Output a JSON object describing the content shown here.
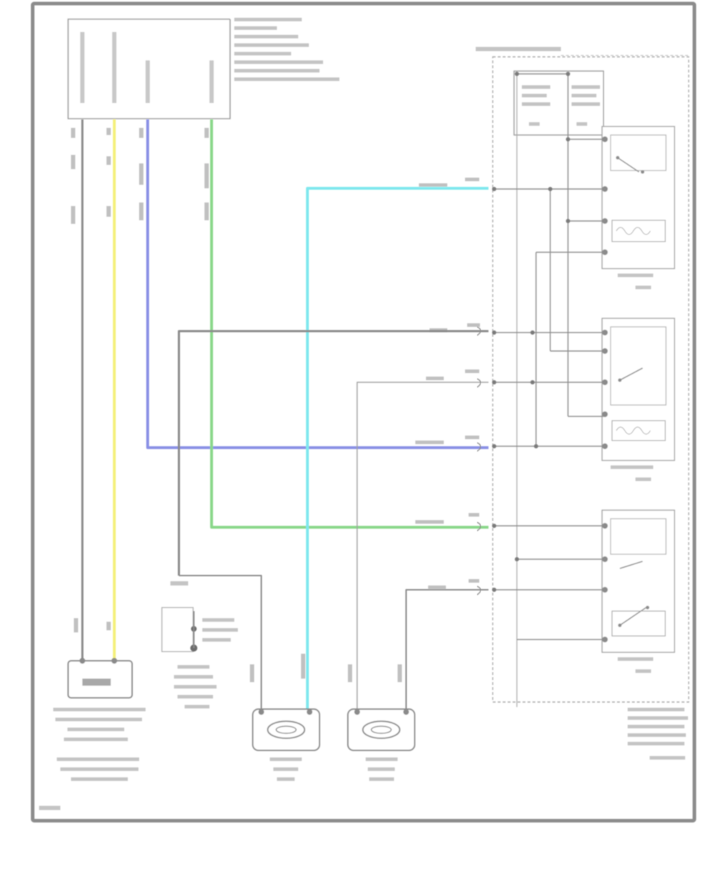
{
  "diagram": {
    "page_code": "",
    "colors": {
      "frame": "#909090",
      "wire_gray": "#8a8a8a",
      "wire_yellow": "#f4f07a",
      "wire_blue": "#8a90e6",
      "wire_green": "#8ad88a",
      "wire_cyan": "#7fe8ee",
      "text": "#9a9a9a"
    },
    "top_module": {
      "name": "",
      "side_note": "",
      "pins": [
        {
          "id": "pin-1",
          "label": "",
          "wire_color": "gray"
        },
        {
          "id": "pin-2",
          "label": "",
          "wire_color": "yellow"
        },
        {
          "id": "pin-3",
          "label": "",
          "wire_color": "blue"
        },
        {
          "id": "pin-4",
          "label": "",
          "wire_color": "green"
        }
      ]
    },
    "junction_box": {
      "name": "",
      "fuses": [
        "",
        ""
      ],
      "relays": [
        {
          "id": "relay-1",
          "name": ""
        },
        {
          "id": "relay-2",
          "name": ""
        },
        {
          "id": "relay-3",
          "name": ""
        }
      ],
      "footer": ""
    },
    "bottom_components": [
      {
        "id": "sensor-left",
        "name": ""
      },
      {
        "id": "junction-splice",
        "name": ""
      },
      {
        "id": "horn-left",
        "name": ""
      },
      {
        "id": "horn-right",
        "name": ""
      }
    ],
    "wire_labels": [
      {
        "id": "w-cyan",
        "text": ""
      },
      {
        "id": "w-gray",
        "text": ""
      },
      {
        "id": "w-gray2",
        "text": ""
      },
      {
        "id": "w-blue",
        "text": ""
      },
      {
        "id": "w-green",
        "text": ""
      },
      {
        "id": "w-gray3",
        "text": ""
      }
    ]
  }
}
